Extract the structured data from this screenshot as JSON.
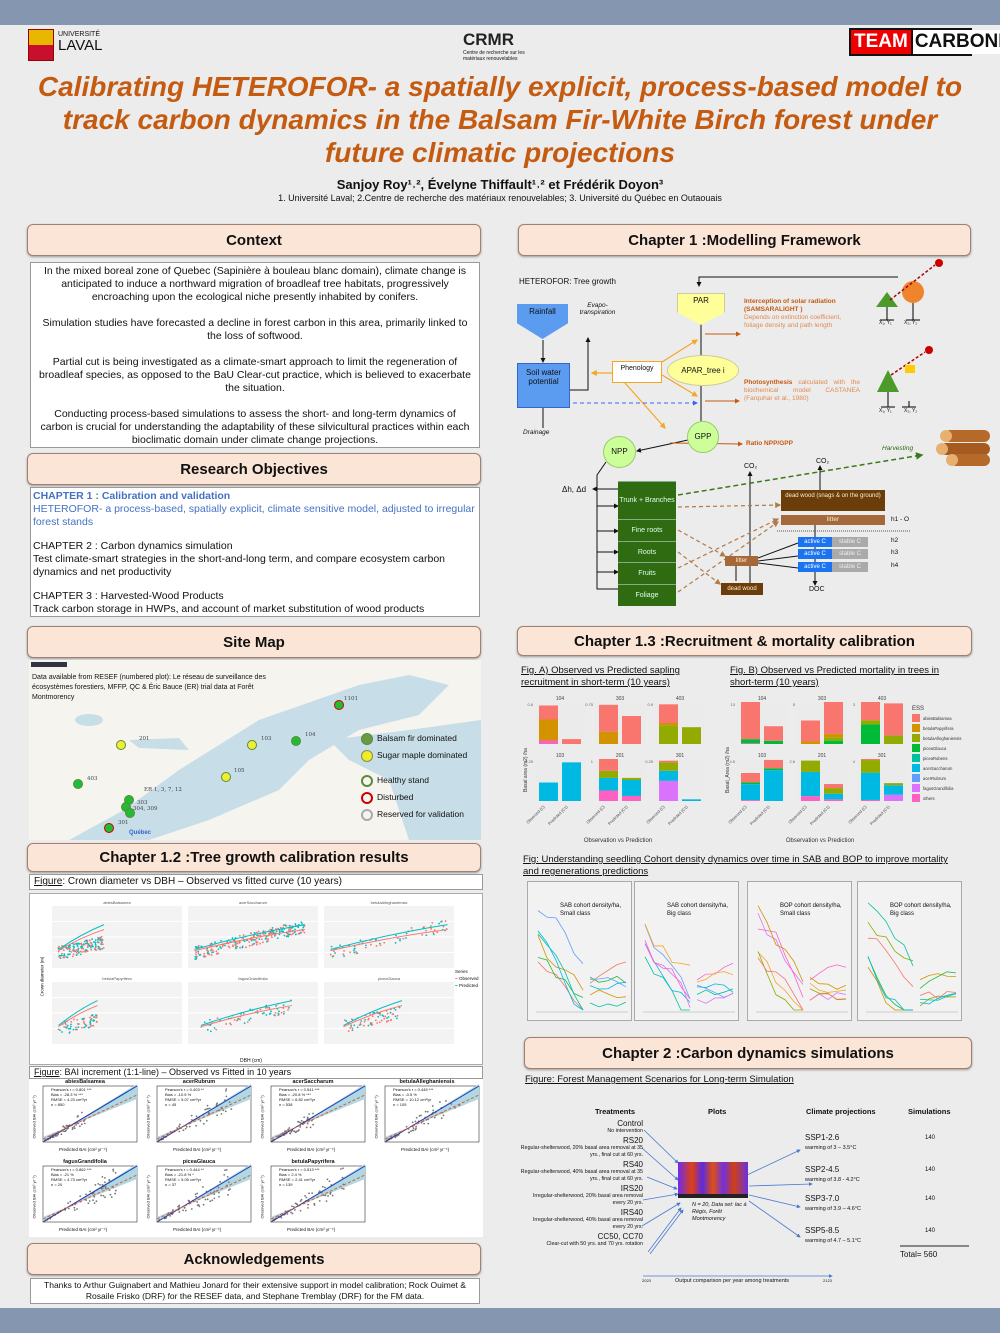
{
  "header": {
    "logo_left": "UNIVERSITÉ LAVAL",
    "logo_center": "CRMR",
    "logo_center_sub": "Centre de recherche sur les matériaux renouvelables",
    "logo_right_a": "TEAM",
    "logo_right_b": "CARBONE",
    "title": "Calibrating HETEROFOR- a spatially explicit, process-based model to track carbon dynamics in the Balsam Fir-White Birch forest under future climatic projections",
    "authors": "Sanjoy Roy¹˒², Évelyne Thiffault¹˒² et Frédérik Doyon³",
    "affiliations": "1. Université Laval; 2.Centre de recherche des matériaux renouvelables; 3. Université du Québec en Outaouais"
  },
  "context": {
    "title": "Context",
    "paragraphs": [
      "In the mixed boreal zone of Quebec (Sapinière à bouleau blanc domain), climate change is anticipated to induce a northward migration of broadleaf tree habitats, progressively encroaching upon the ecological niche presently inhabited by conifers.",
      "Simulation studies have forecasted a decline in forest carbon in this area, primarily linked to the loss of softwood.",
      "Partial cut is being investigated as a climate-smart approach to limit the regeneration of broadleaf species, as opposed to the BaU Clear-cut practice, which is believed to exacerbate the situation.",
      "Conducting process-based simulations to assess the short- and long-term dynamics of carbon is crucial for understanding the adaptability of these silvicultural practices within each bioclimatic domain under climate change projections."
    ]
  },
  "objectives": {
    "title": "Research Objectives",
    "items": [
      {
        "head": "CHAPTER 1 : Calibration and validation",
        "body": "HETEROFOR- a process-based, spatially explicit, climate sensitive model, adjusted to irregular forest stands"
      },
      {
        "head": "CHAPTER 2 : Carbon dynamics simulation",
        "body": "Test climate-smart strategies in the short-and-long term, and compare ecosystem carbon dynamics and net productivity"
      },
      {
        "head": "CHAPTER 3 : Harvested-Wood Products",
        "body": "Track carbon storage in HWPs, and account of market substitution of wood products"
      }
    ]
  },
  "sitemap": {
    "title": "Site Map",
    "note": "Data available from RESEF (numbered plot): Le réseau de surveillance des écosystèmes forestiers, MFFP, QC & Éric Bauce (ER) trial data at Forêt Montmorency",
    "city": "Québec",
    "plots": [
      {
        "id": "1101",
        "kind": "fir",
        "status": "disturbed"
      },
      {
        "id": "201",
        "kind": "maple",
        "status": "healthy"
      },
      {
        "id": "103",
        "kind": "maple",
        "status": "healthy"
      },
      {
        "id": "104",
        "kind": "fir",
        "status": "healthy"
      },
      {
        "id": "105",
        "kind": "maple",
        "status": "healthy"
      },
      {
        "id": "403",
        "kind": "fir",
        "status": "healthy"
      },
      {
        "id": "ER 1, 3, 7, 12",
        "kind": "fir",
        "status": "healthy"
      },
      {
        "id": "303",
        "kind": "fir",
        "status": "healthy"
      },
      {
        "id": "304, 309",
        "kind": "fir",
        "status": "healthy"
      },
      {
        "id": "301",
        "kind": "fir",
        "status": "disturbed"
      }
    ],
    "legend": [
      "Balsam fir dominated",
      "Sugar maple dominated",
      "Healthy stand",
      "Disturbed",
      "Reserved for validation"
    ]
  },
  "ch12": {
    "title": "Chapter 1.2 :Tree growth calibration results",
    "crown_caption_u": "Figure",
    "crown_caption": ": Crown diameter vs DBH – Observed vs fitted curve (10 years)",
    "crown_panels": [
      "abiesBalsamea",
      "acerSaccharum",
      "betulaAlleghaniensis",
      "betulaPapyrifera",
      "fagusGrandifolia",
      "piceaGlauca"
    ],
    "crown_xlabel": "DBH (cm)",
    "crown_ylabel": "Crown diameter (m)",
    "crown_legend_title": "Series",
    "crown_legend": [
      "Observed",
      "Predicted"
    ],
    "bai_caption_u": "Figure",
    "bai_caption": ": BAI increment (1:1-line) – Observed vs Fitted in 10 years",
    "bai_panels": [
      {
        "name": "abiesBalsamea",
        "stats": [
          "Pearson's r = 0.801 ***",
          "Bias = -28.3 % ***",
          "RMSE = 4.23 cm²/yr",
          "n = 850"
        ],
        "max": 35
      },
      {
        "name": "acerRubrum",
        "stats": [
          "Pearson's r = 0.403 **",
          "Bias = -10.5 %",
          "RMSE = 5.07 cm²/yr",
          "n = 45"
        ],
        "max": 20
      },
      {
        "name": "acerSaccharum",
        "stats": [
          "Pearson's r = 0.541 ***",
          "Bias = -20.8 % ***",
          "RMSE = 6.82 cm²/yr",
          "n = 538"
        ],
        "max": 70
      },
      {
        "name": "betulaAlleghaniensis",
        "stats": [
          "Pearson's r = 0.445 ***",
          "Bias = -0.5 %",
          "RMSE = 10.12 cm²/yr",
          "n = 105"
        ],
        "max": 70
      },
      {
        "name": "fagusGrandifolia",
        "stats": [
          "Pearson's r = 0.862 ***",
          "Bias = -21 %",
          "RMSE = 4.73 cm²/yr",
          "n = 20"
        ],
        "max": 20
      },
      {
        "name": "piceaGlauca",
        "stats": [
          "Pearson's r = 0.444 **",
          "Bias = -21.8 % *",
          "RMSE = 5.05 cm²/yr",
          "n = 37"
        ],
        "max": 25
      },
      {
        "name": "betulaPapyrifera",
        "stats": [
          "Pearson's r = 0.513 ***",
          "Bias = 2.4 %",
          "RMSE = 2.41 cm²/yr",
          "n = 139"
        ],
        "max": 18
      }
    ],
    "bai_xlabel": "Predicted BAI (cm² yr⁻¹)",
    "bai_ylabel": "Observed BAI (cm² yr⁻¹)"
  },
  "ack": {
    "title": "Acknowledgements",
    "text": "Thanks to Arthur Guignabert and Mathieu Jonard for their extensive support in model calibration; Rock Ouimet & Rosaile Frisko (DRF) for the RESEF data, and Stephane Tremblay (DRF) for the FM data."
  },
  "ch1": {
    "title": "Chapter 1 :Modelling Framework",
    "diagram_title": "HETEROFOR: Tree growth",
    "rainfall": "Rainfall",
    "evapo": "Evapo-transpiration",
    "par": "PAR",
    "interception_head": "Interception of solar radiation (SAMSARALIGHT )",
    "interception_body": "Depends on extinction coefficient, foliage density and path length",
    "soil": "Soil water potential",
    "phenology": "Phenology",
    "apar": "APAR_tree i",
    "photo_head": "Photosynthesis",
    "photo_body": "calculated with the biochemical model CASTANEA (Farquhar et al., 1980)",
    "drainage": "Drainage",
    "gpp": "GPP",
    "npp": "NPP",
    "ratio": "Ratio NPP/GPP",
    "harvesting": "Harvesting",
    "dh": "Δh, Δd",
    "organs": [
      "Trunk + Branches",
      "Fine roots",
      "Roots",
      "Fruits",
      "Foliage"
    ],
    "co2": "CO₂",
    "deadwood_big": "dead wood (snags & on the ground)",
    "litter_big": "litter",
    "h1": "h1 - O",
    "active": "active C",
    "stable": "stable C",
    "horizons": [
      "h2",
      "h3",
      "h4"
    ],
    "litter_small": "litter",
    "deadwood_small": "dead wood",
    "doc": "DOC",
    "tree_labels": [
      "X₁, Y₁",
      "X₂, Y₂"
    ]
  },
  "ch13": {
    "title": "Chapter 1.3 :Recruitment & mortality calibration",
    "figA_caption": "Fig. A) Observed vs Predicted sapling recruitment in short-term (10 years)",
    "figB_caption": "Fig. B) Observed vs Predicted mortality in trees in short-term (10 years)",
    "cohort_caption": "Fig: Understanding seedling Cohort density dynamics over time in SAB and BOP to improve mortality and regenerations predictions",
    "cohort_panels": [
      "SAB cohort density/ha, Small class",
      "SAB cohort density/ha, Big class",
      "BOP cohort density/ha, Small class",
      "BOP cohort density/ha, Big class"
    ]
  },
  "chart_data": [
    {
      "type": "bar",
      "stacked": true,
      "title": "Fig. A) Observed vs Predicted sapling recruitment in short-term (10 years)",
      "xlabel": "Observation vs Prediction",
      "ylabel": "Basal area (m2) /ha",
      "categories": [
        "Observed (C)",
        "Predicted (C1)"
      ],
      "panels": [
        {
          "name": "104",
          "ylim": [
            0,
            0.6
          ],
          "values": {
            "others": [
              0.05,
              0
            ],
            "betulaPapyrifera": [
              0.3,
              0
            ],
            "abiesBalsamea": [
              0.2,
              0.07
            ]
          }
        },
        {
          "name": "303",
          "ylim": [
            0,
            0.75
          ],
          "values": {
            "betulaPapyrifera": [
              0.22,
              0
            ],
            "abiesBalsamea": [
              0.48,
              0.5
            ]
          }
        },
        {
          "name": "403",
          "ylim": [
            0,
            0.9
          ],
          "values": {
            "betulaAlleghaniensis": [
              0.4,
              0.36
            ],
            "betulaPapyrifera": [
              0.05,
              0
            ],
            "abiesBalsamea": [
              0.4,
              0
            ]
          }
        },
        {
          "name": "103",
          "ylim": [
            0,
            0.25
          ],
          "values": {
            "acerSaccharum": [
              0.11,
              0.23
            ]
          }
        },
        {
          "name": "201",
          "ylim": [
            0,
            1.0
          ],
          "values": {
            "others": [
              0.25,
              0.12
            ],
            "acerSaccharum": [
              0.3,
              0.38
            ],
            "betulaAlleghaniensis": [
              0.17,
              0.05
            ],
            "abiesBalsamea": [
              0.28,
              0
            ]
          }
        },
        {
          "name": "301",
          "ylim": [
            0,
            0.25
          ],
          "values": {
            "fagusGrandifolia": [
              0.12,
              0
            ],
            "acerSaccharum": [
              0.06,
              0.01
            ],
            "betulaAlleghaniensis": [
              0.05,
              0
            ],
            "abiesBalsamea": [
              0.01,
              0
            ]
          }
        }
      ]
    },
    {
      "type": "bar",
      "stacked": true,
      "title": "Fig. B) Observed vs Predicted mortality in trees in short-term (10 years)",
      "xlabel": "Observation vs Prediction",
      "ylabel": "Basal_Area (m2) /ha",
      "categories": [
        "Observed (C)",
        "Predicted (C1)"
      ],
      "legend_title": "ESS",
      "panels": [
        {
          "name": "104",
          "ylim": [
            0,
            13
          ],
          "values": {
            "others": [
              0.2,
              0
            ],
            "piceaGlauca": [
              1.3,
              1.0
            ],
            "abiesBalsamea": [
              11.5,
              4.5
            ]
          }
        },
        {
          "name": "303",
          "ylim": [
            0,
            5
          ],
          "values": {
            "piceaGlauca": [
              0,
              0.4
            ],
            "betulaAlleghaniensis": [
              0,
              0.4
            ],
            "betulaPapyrifera": [
              0.3,
              0.4
            ],
            "abiesBalsamea": [
              2.5,
              3.8
            ]
          }
        },
        {
          "name": "403",
          "ylim": [
            0,
            3
          ],
          "values": {
            "piceaGlauca": [
              1.4,
              0
            ],
            "betulaAlleghaniensis": [
              0.3,
              0.6
            ],
            "abiesBalsamea": [
              1.3,
              2.3
            ]
          }
        },
        {
          "name": "103",
          "ylim": [
            0,
            4.5
          ],
          "values": {
            "others": [
              0.1,
              0
            ],
            "acerSaccharum": [
              1.7,
              3.3
            ],
            "piceaGlauca": [
              0.2,
              0.2
            ],
            "abiesBalsamea": [
              1.0,
              0.9
            ]
          }
        },
        {
          "name": "201",
          "ylim": [
            0,
            2.6
          ],
          "values": {
            "others": [
              0.3,
              0.1
            ],
            "acerSaccharum": [
              1.5,
              0.35
            ],
            "betulaAlleghaniensis": [
              0.7,
              0.35
            ],
            "abiesBalsamea": [
              0,
              0.25
            ]
          }
        },
        {
          "name": "301",
          "ylim": [
            0,
            4
          ],
          "values": {
            "others": [
              0.1,
              0
            ],
            "fagusGrandifolia": [
              0,
              0.6
            ],
            "acerSaccharum": [
              2.6,
              0.9
            ],
            "betulaAlleghaniensis": [
              1.2,
              0.2
            ],
            "abiesBalsamea": [
              0.1,
              0
            ]
          }
        }
      ]
    }
  ],
  "species": [
    {
      "name": "abiesBalsamea",
      "color": "#f8766d"
    },
    {
      "name": "betulaPapyrifera",
      "color": "#d39200"
    },
    {
      "name": "betulaAlleghaniensis",
      "color": "#93aa00"
    },
    {
      "name": "piceaGlauca",
      "color": "#00ba38"
    },
    {
      "name": "piceaRubens",
      "color": "#00c19f"
    },
    {
      "name": "acerSaccharum",
      "color": "#00b9e3"
    },
    {
      "name": "acerRubrum",
      "color": "#619cff"
    },
    {
      "name": "fagusGrandifolia",
      "color": "#db72fb"
    },
    {
      "name": "others",
      "color": "#ff61c3"
    }
  ],
  "ch2": {
    "title": "Chapter 2 :Carbon dynamics simulations",
    "caption": "Figure: Forest Management Scenarios for Long-term Simulation",
    "cols": [
      "Treatments",
      "Plots",
      "Climate projections",
      "Simulations"
    ],
    "treatments": [
      {
        "name": "Control",
        "desc": "No intervention"
      },
      {
        "name": "RS20",
        "desc": "Regular-shelterwood, 20% basal area removal at 35 yrs., final cut at 60 yrs."
      },
      {
        "name": "RS40",
        "desc": "Regular-shelterwood, 40% basal area removal at 35 yrs., final cut at 60 yrs."
      },
      {
        "name": "IRS20",
        "desc": "Irregular-shelterwood, 20% basal area removal every 20 yrs."
      },
      {
        "name": "IRS40",
        "desc": "Irregular-shelterwood, 40% basal area removal every 20 yrs."
      },
      {
        "name": "CC50, CC70",
        "desc": "Clear-cut with 50 yrs. and 70 yrs. rotation"
      }
    ],
    "plots_note": "N = 20, Data set: lac à Régis, Forêt Montmorency",
    "climate": [
      {
        "name": "SSP1-2.6",
        "desc": "warming of 3 – 3.5°C",
        "sims": "140"
      },
      {
        "name": "SSP2-4.5",
        "desc": "warming of 3.8 - 4.2°C",
        "sims": "140"
      },
      {
        "name": "SSP3-7.0",
        "desc": "warming of 3.9 – 4.6°C",
        "sims": "140"
      },
      {
        "name": "SSP5-8.5",
        "desc": "warming of 4.7 – 5.1°C",
        "sims": "140"
      }
    ],
    "total": "Total= 560",
    "timeline_start": "2023",
    "timeline_end": "2123",
    "timeline_label": "Output comparison per year among treatments"
  }
}
